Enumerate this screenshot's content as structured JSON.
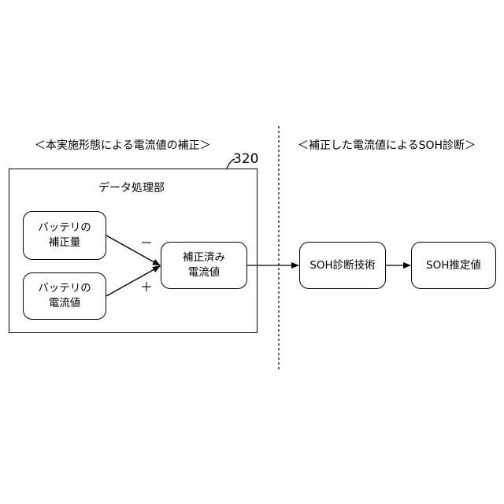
{
  "headings": {
    "left": "＜本実施形態による電流値の補正＞",
    "right": "＜補正した電流値によるSOH診断＞"
  },
  "panel": {
    "ref_number": "320",
    "title": "データ処理部"
  },
  "boxes": {
    "correction_amount": {
      "line1": "バッテリの",
      "line2": "補正量"
    },
    "current_value": {
      "line1": "バッテリの",
      "line2": "電流値"
    },
    "corrected_current": {
      "line1": "補正済み",
      "line2": "電流値"
    },
    "soh_diagnosis": {
      "line1": "SOH診断技術"
    },
    "soh_estimate": {
      "line1": "SOH推定値"
    }
  },
  "signs": {
    "minus": "－",
    "plus": "＋"
  }
}
